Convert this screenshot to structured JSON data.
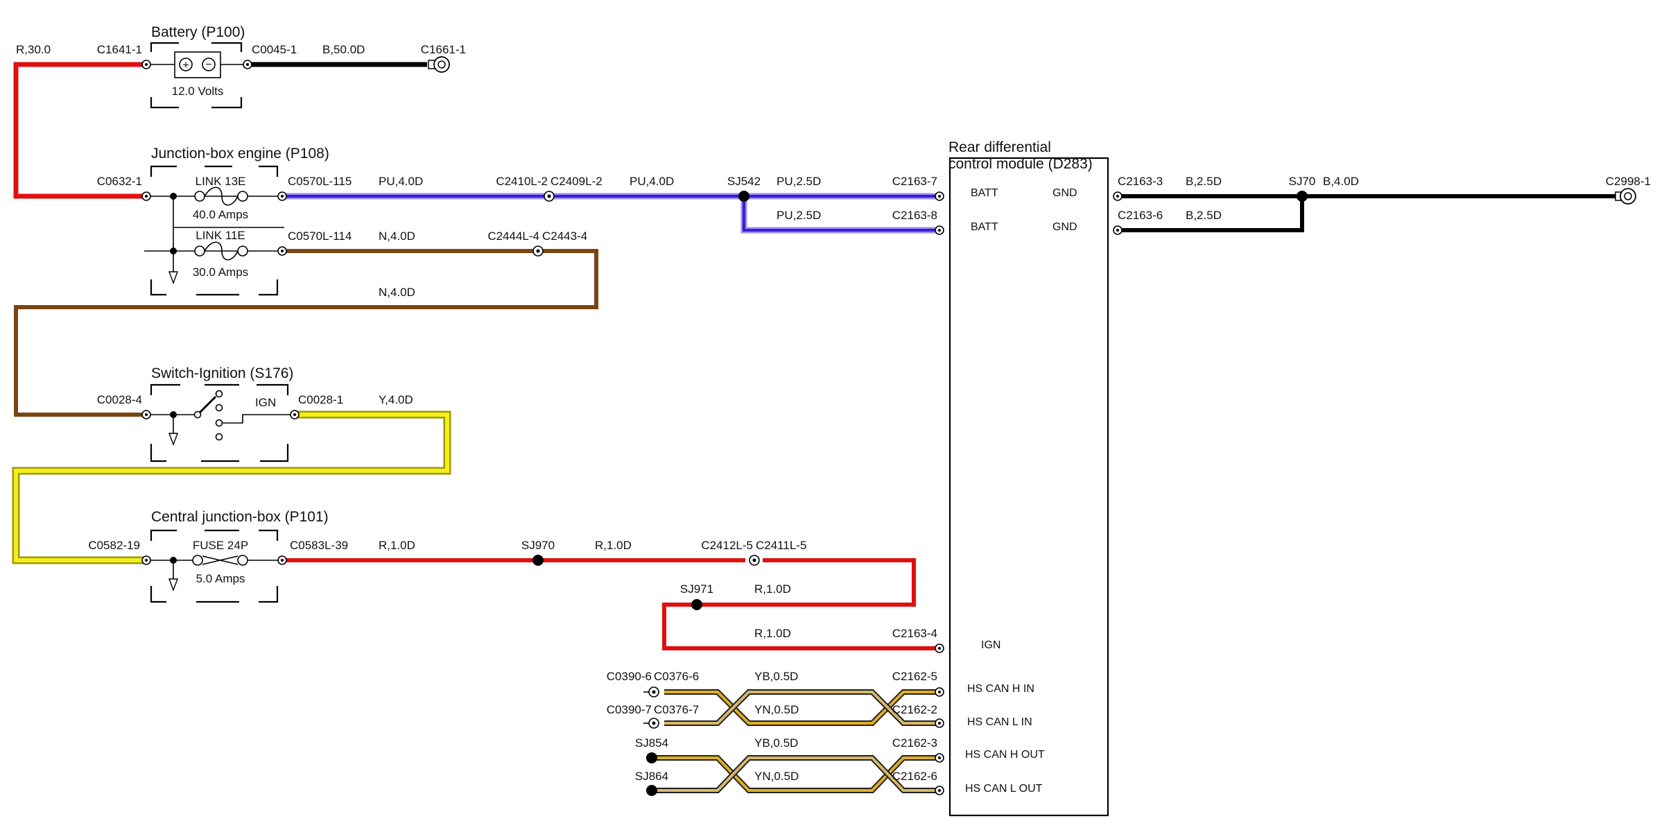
{
  "components": {
    "battery": {
      "title": "Battery (P100)",
      "rating": "12.0 Volts"
    },
    "junction_box_engine": {
      "title": "Junction-box engine (P108)",
      "link1": "LINK 13E",
      "link1_rating": "40.0 Amps",
      "link2": "LINK 11E",
      "link2_rating": "30.0 Amps"
    },
    "switch_ignition": {
      "title": "Switch-Ignition (S176)",
      "ign": "IGN"
    },
    "central_junction_box": {
      "title": "Central junction-box (P101)",
      "fuse": "FUSE 24P",
      "fuse_rating": "5.0 Amps"
    },
    "rear_diff_module": {
      "title_line1": "Rear differential",
      "title_line2": "control module (D283)",
      "pins": [
        "BATT",
        "BATT",
        "GND",
        "GND",
        "IGN",
        "HS CAN H IN",
        "HS CAN L IN",
        "HS CAN H OUT",
        "HS CAN L OUT"
      ]
    }
  },
  "connectors": {
    "c1641_1": "C1641-1",
    "c0045_1": "C0045-1",
    "c1661_1": "C1661-1",
    "c0632_1": "C0632-1",
    "c0570l_115": "C0570L-115",
    "c0570l_114": "C0570L-114",
    "c2410l_2": "C2410L-2",
    "c2409l_2": "C2409L-2",
    "c2444l_4": "C2444L-4",
    "c2443_4": "C2443-4",
    "c2163_7": "C2163-7",
    "c2163_8": "C2163-8",
    "c2163_3": "C2163-3",
    "c2163_6": "C2163-6",
    "c2998_1": "C2998-1",
    "c0028_4": "C0028-4",
    "c0028_1": "C0028-1",
    "c0582_19": "C0582-19",
    "c0583l_39": "C0583L-39",
    "c2412l_5": "C2412L-5",
    "c2411l_5": "C2411L-5",
    "c2163_4": "C2163-4",
    "c0390_6": "C0390-6",
    "c0376_6": "C0376-6",
    "c0390_7": "C0390-7",
    "c0376_7": "C0376-7",
    "c2162_5": "C2162-5",
    "c2162_2": "C2162-2",
    "c2162_3": "C2162-3",
    "c2162_6": "C2162-6"
  },
  "splices": {
    "sj542": "SJ542",
    "sj70": "SJ70",
    "sj970": "SJ970",
    "sj971": "SJ971",
    "sj854": "SJ854",
    "sj864": "SJ864"
  },
  "wire_labels": {
    "r_30": "R,30.0",
    "b_50": "B,50.0D",
    "pu_4_a": "PU,4.0D",
    "pu_4_b": "PU,4.0D",
    "pu_2_5_a": "PU,2.5D",
    "pu_2_5_b": "PU,2.5D",
    "n_4_a": "N,4.0D",
    "n_4_b": "N,4.0D",
    "b_2_5_a": "B,2.5D",
    "b_2_5_b": "B,2.5D",
    "b_4": "B,4.0D",
    "y_4": "Y,4.0D",
    "r_1_a": "R,1.0D",
    "r_1_b": "R,1.0D",
    "r_1_c": "R,1.0D",
    "r_1_d": "R,1.0D",
    "yb_a": "YB,0.5D",
    "yn_a": "YN,0.5D",
    "yb_b": "YB,0.5D",
    "yn_b": "YN,0.5D"
  },
  "colors": {
    "red": "#e01010",
    "black": "#000000",
    "purple": "#4a2bd0",
    "purple_outline": "#9b8cf0",
    "brown": "#7a4513",
    "yellow": "#f2ea1a",
    "gold": "#c8a018"
  }
}
